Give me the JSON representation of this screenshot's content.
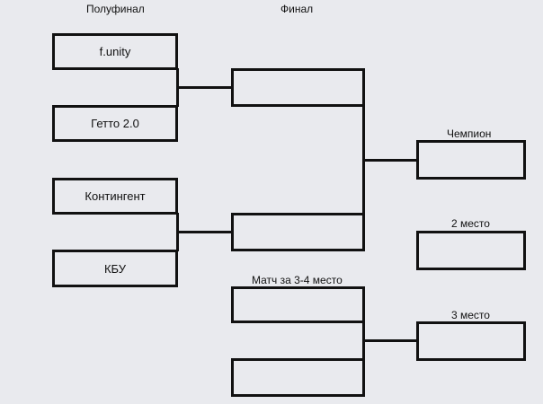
{
  "headers": {
    "semifinal": "Полуфинал",
    "final": "Финал"
  },
  "semifinal_teams": [
    "f.unity",
    "Гетто 2.0",
    "Контингент",
    "КБУ"
  ],
  "final_slots": [
    "",
    ""
  ],
  "third_place_match": {
    "title": "Матч за 3-4 место",
    "slots": [
      "",
      ""
    ]
  },
  "results": {
    "champion": "Чемпион",
    "second": "2 место",
    "third": "3 место"
  }
}
